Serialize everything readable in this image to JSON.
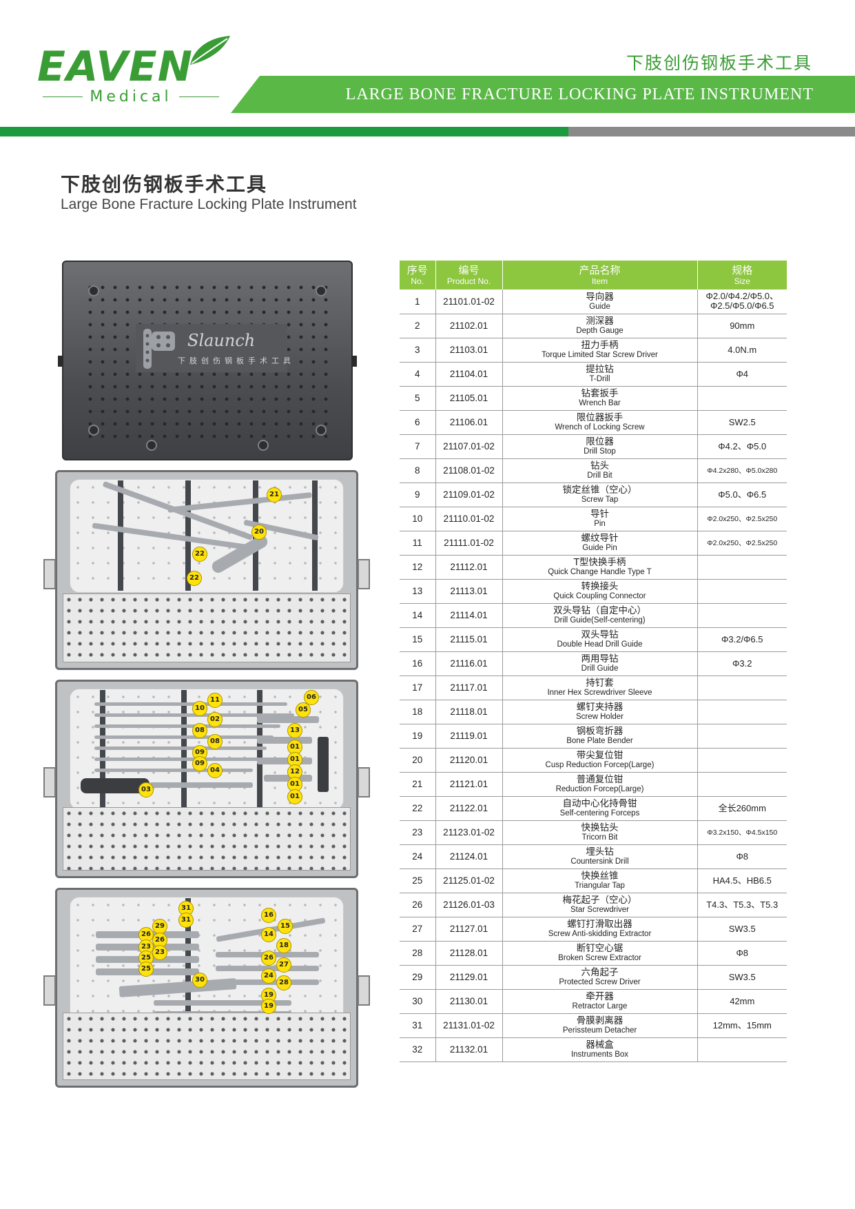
{
  "header": {
    "brand": "EAVEN",
    "brand_sub": "Medical",
    "title_cn": "下肢创伤钢板手术工具",
    "title_en": "LARGE BONE FRACTURE LOCKING PLATE INSTRUMENT",
    "colors": {
      "green": "#5ab946",
      "dark_green": "#1e9a3e",
      "gray": "#8a8a8a"
    }
  },
  "page_title": {
    "cn": "下肢创伤钢板手术工具",
    "en": "Large Bone Fracture Locking Plate Instrument"
  },
  "lid": {
    "brand": "Slaunch",
    "caption_cn": "下肢创伤钢板手术工具"
  },
  "table": {
    "headers": [
      {
        "cn": "序号",
        "en": "No."
      },
      {
        "cn": "编号",
        "en": "Product No."
      },
      {
        "cn": "产品名称",
        "en": "Item"
      },
      {
        "cn": "规格",
        "en": "Size"
      }
    ],
    "rows": [
      {
        "no": "1",
        "code": "21101.01-02",
        "cn": "导向器",
        "en": "Guide",
        "size": "Φ2.0/Φ4.2/Φ5.0、\nΦ2.5/Φ5.0/Φ6.5"
      },
      {
        "no": "2",
        "code": "21102.01",
        "cn": "测深器",
        "en": "Depth Gauge",
        "size": "90mm"
      },
      {
        "no": "3",
        "code": "21103.01",
        "cn": "扭力手柄",
        "en": "Torque Limited Star Screw Driver",
        "size": "4.0N.m"
      },
      {
        "no": "4",
        "code": "21104.01",
        "cn": "提拉钻",
        "en": "T-Drill",
        "size": "Φ4"
      },
      {
        "no": "5",
        "code": "21105.01",
        "cn": "钻套扳手",
        "en": "Wrench Bar",
        "size": ""
      },
      {
        "no": "6",
        "code": "21106.01",
        "cn": "限位器扳手",
        "en": "Wrench of Locking Screw",
        "size": "SW2.5"
      },
      {
        "no": "7",
        "code": "21107.01-02",
        "cn": "限位器",
        "en": "Drill Stop",
        "size": "Φ4.2、Φ5.0"
      },
      {
        "no": "8",
        "code": "21108.01-02",
        "cn": "钻头",
        "en": "Drill Bit",
        "size": "Φ4.2x280、Φ5.0x280",
        "small": true
      },
      {
        "no": "9",
        "code": "21109.01-02",
        "cn": "锁定丝锥（空心）",
        "en": "Screw Tap",
        "size": "Φ5.0、Φ6.5"
      },
      {
        "no": "10",
        "code": "21110.01-02",
        "cn": "导针",
        "en": "Pin",
        "size": "Φ2.0x250、Φ2.5x250",
        "small": true
      },
      {
        "no": "11",
        "code": "21111.01-02",
        "cn": "螺纹导针",
        "en": "Guide Pin",
        "size": "Φ2.0x250、Φ2.5x250",
        "small": true
      },
      {
        "no": "12",
        "code": "21112.01",
        "cn": "T型快换手柄",
        "en": "Quick Change Handle Type T",
        "size": ""
      },
      {
        "no": "13",
        "code": "21113.01",
        "cn": "转换接头",
        "en": "Quick Coupling Connector",
        "size": ""
      },
      {
        "no": "14",
        "code": "21114.01",
        "cn": "双头导钻（自定中心）",
        "en": "Drill Guide(Self-centering)",
        "size": ""
      },
      {
        "no": "15",
        "code": "21115.01",
        "cn": "双头导钻",
        "en": "Double Head Drill Guide",
        "size": "Φ3.2/Φ6.5"
      },
      {
        "no": "16",
        "code": "21116.01",
        "cn": "两用导钻",
        "en": "Drill Guide",
        "size": "Φ3.2"
      },
      {
        "no": "17",
        "code": "21117.01",
        "cn": "持钉套",
        "en": "Inner Hex Screwdriver Sleeve",
        "size": ""
      },
      {
        "no": "18",
        "code": "21118.01",
        "cn": "螺钉夹持器",
        "en": "Screw Holder",
        "size": ""
      },
      {
        "no": "19",
        "code": "21119.01",
        "cn": "钢板弯折器",
        "en": "Bone Plate Bender",
        "size": ""
      },
      {
        "no": "20",
        "code": "21120.01",
        "cn": "带尖复位钳",
        "en": "Cusp Reduction Forcep(Large)",
        "size": ""
      },
      {
        "no": "21",
        "code": "21121.01",
        "cn": "普通复位钳",
        "en": "Reduction Forcep(Large)",
        "size": ""
      },
      {
        "no": "22",
        "code": "21122.01",
        "cn": "自动中心化持骨钳",
        "en": "Self-centering Forceps",
        "size": "全长260mm"
      },
      {
        "no": "23",
        "code": "21123.01-02",
        "cn": "快换钻头",
        "en": "Tricorn Bit",
        "size": "Φ3.2x150、Φ4.5x150",
        "small": true
      },
      {
        "no": "24",
        "code": "21124.01",
        "cn": "埋头钻",
        "en": "Countersink Drill",
        "size": "Φ8"
      },
      {
        "no": "25",
        "code": "21125.01-02",
        "cn": "快换丝锥",
        "en": "Triangular Tap",
        "size": "HA4.5、HB6.5"
      },
      {
        "no": "26",
        "code": "21126.01-03",
        "cn": "梅花起子（空心）",
        "en": "Star Screwdriver",
        "size": "T4.3、T5.3、T5.3"
      },
      {
        "no": "27",
        "code": "21127.01",
        "cn": "螺钉打滑取出器",
        "en": "Screw Anti-skidding Extractor",
        "size": "SW3.5"
      },
      {
        "no": "28",
        "code": "21128.01",
        "cn": "断钉空心锯",
        "en": "Broken Screw Extractor",
        "size": "Φ8"
      },
      {
        "no": "29",
        "code": "21129.01",
        "cn": "六角起子",
        "en": "Protected Screw Driver",
        "size": "SW3.5"
      },
      {
        "no": "30",
        "code": "21130.01",
        "cn": "牵开器",
        "en": "Retractor Large",
        "size": "42mm"
      },
      {
        "no": "31",
        "code": "21131.01-02",
        "cn": "骨膜剥离器",
        "en": "Perissteum Detacher",
        "size": "12mm、15mm"
      },
      {
        "no": "32",
        "code": "21132.01",
        "cn": "器械盒",
        "en": "Instruments Box",
        "size": ""
      }
    ]
  },
  "tray1_badges": [
    "21",
    "20",
    "22",
    "22"
  ],
  "tray2_badges": [
    "11",
    "10",
    "02",
    "08",
    "08",
    "09",
    "09",
    "04",
    "03",
    "06",
    "05",
    "13",
    "01",
    "01",
    "12",
    "01",
    "01"
  ],
  "tray3_badges": [
    "31",
    "31",
    "29",
    "26",
    "26",
    "23",
    "23",
    "25",
    "25",
    "30",
    "16",
    "15",
    "14",
    "18",
    "26",
    "27",
    "24",
    "28",
    "19",
    "19"
  ]
}
